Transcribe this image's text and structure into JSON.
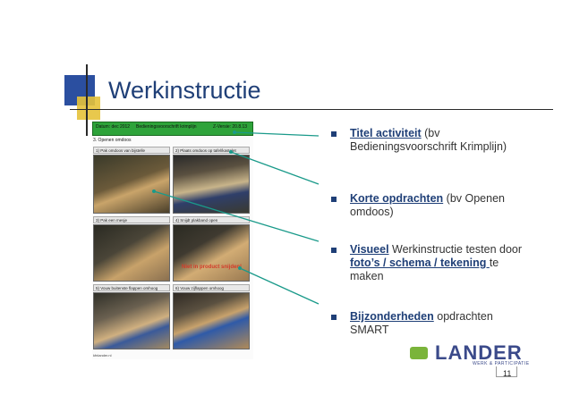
{
  "slide": {
    "title": "Werkinstructie",
    "page_number": "11"
  },
  "document": {
    "header": {
      "datum": "Datum: dec 2012",
      "title": "Bedieningsvoorschrift krimplijn",
      "version": "Z-Versie: 20.8.13"
    },
    "section": "3.   Openen omdoos",
    "steps": [
      {
        "label": "1) Pak omdoos van bijstelle"
      },
      {
        "label": "2) Plaats omdoos op tafel/kastelet"
      },
      {
        "label": "3) Pak een mesje"
      },
      {
        "label": "4) Snijdt plakband open"
      },
      {
        "label": "5) Vouw buitenste flappen omhoog"
      },
      {
        "label": "6) Vouw zijflappen omhoog"
      }
    ],
    "warning": "Niet in product snijden!",
    "footer": "kfnlander.nl"
  },
  "bullets": [
    {
      "keyword": "Titel activiteit",
      "rest_before": "",
      "rest": " (bv Bedieningsvoorschrift Krimplijn)"
    },
    {
      "keyword": "Korte opdrachten",
      "rest": " (bv Openen omdoos)"
    },
    {
      "keyword": "Visueel",
      "rest_mid": " Werkinstructie testen door ",
      "keyword2": "foto’s / schema / tekening ",
      "rest": "te maken"
    },
    {
      "keyword": "Bijzonderheden",
      "rest": " opdrachten SMART"
    }
  ],
  "logo": {
    "name": "LANDER",
    "tagline": "WERK & PARTICIPATIE"
  },
  "colors": {
    "title": "#1f3f77",
    "keyword": "#1f3f77",
    "doc_header": "#2ea33a",
    "connector": "#1a9a8a",
    "logo_green": "#7ab43a",
    "logo_blue": "#3b4a8a"
  }
}
